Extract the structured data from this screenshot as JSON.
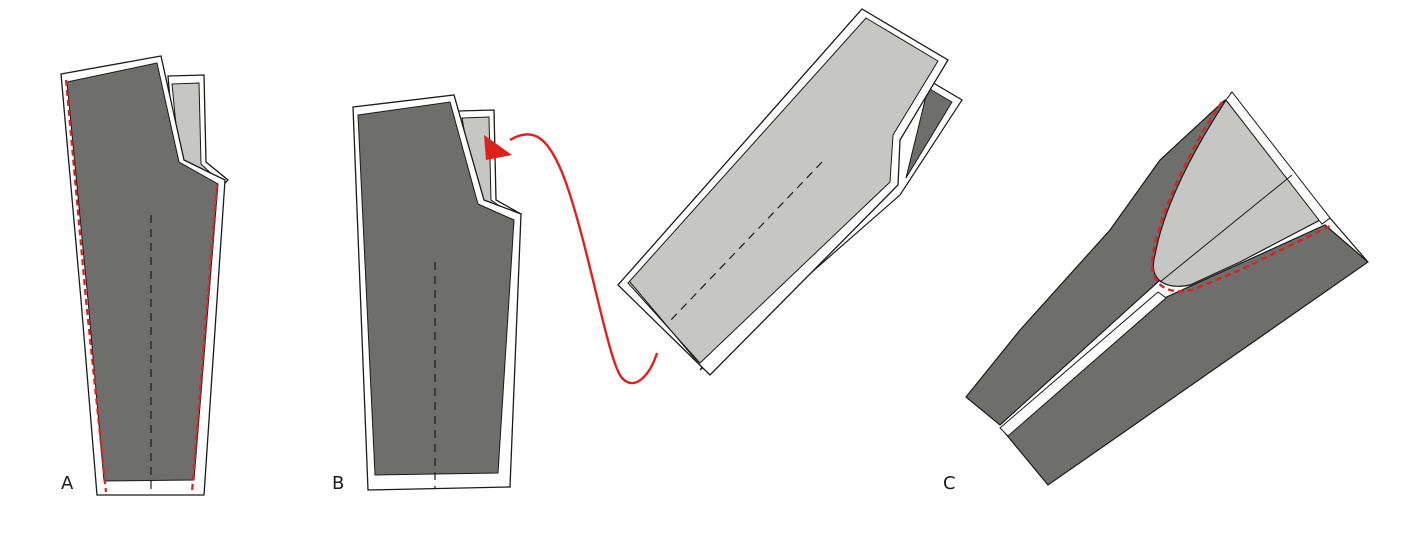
{
  "diagram": {
    "steps": [
      {
        "id": "A",
        "label": "A"
      },
      {
        "id": "B",
        "label": "B"
      },
      {
        "id": "C",
        "label": "C"
      }
    ]
  },
  "colors": {
    "fabric_right_side": "#6e6e6c",
    "fabric_wrong_side": "#c6c6c4",
    "seam_allowance": "#ffffff",
    "outline": "#1a1a1a",
    "stitch_line": "#e0201c",
    "motion_arrow": "#e0201c"
  },
  "icons": {
    "step_a": "trouser-leg-pieces-stacked-icon",
    "step_b": "trouser-leg-turned-icon",
    "step_c": "crotch-seam-stitched-icon",
    "arrow": "curved-arrow-icon"
  }
}
